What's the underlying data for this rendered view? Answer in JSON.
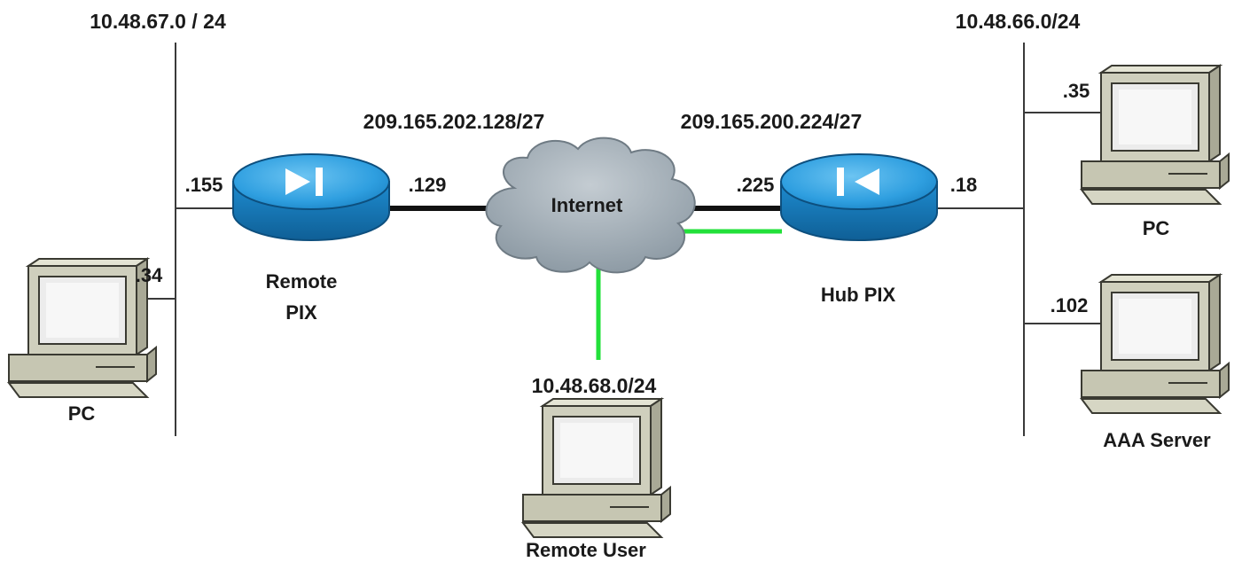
{
  "subnets": {
    "left_lan": "10.48.67.0 / 24",
    "right_lan": "10.48.66.0/24",
    "remote_wan": "209.165.202.128/27",
    "hub_wan": "209.165.200.224/27",
    "remote_user_net": "10.48.68.0/24"
  },
  "interfaces": {
    "remote_inside": ".155",
    "remote_outside": ".129",
    "hub_outside": ".225",
    "hub_inside": ".18",
    "left_pc": ".34",
    "right_pc": ".35",
    "aaa": ".102"
  },
  "devices": {
    "remote_pix_line1": "Remote",
    "remote_pix_line2": "PIX",
    "hub_pix": "Hub PIX",
    "cloud": "Internet",
    "left_pc": "PC",
    "right_pc": "PC",
    "aaa_server": "AAA Server",
    "remote_user": "Remote User"
  },
  "colors": {
    "pix_blue": "#2f9fe0",
    "vpn_link": "#22e03a",
    "wan_link": "#111111",
    "cloud": "#a9b5bd"
  }
}
